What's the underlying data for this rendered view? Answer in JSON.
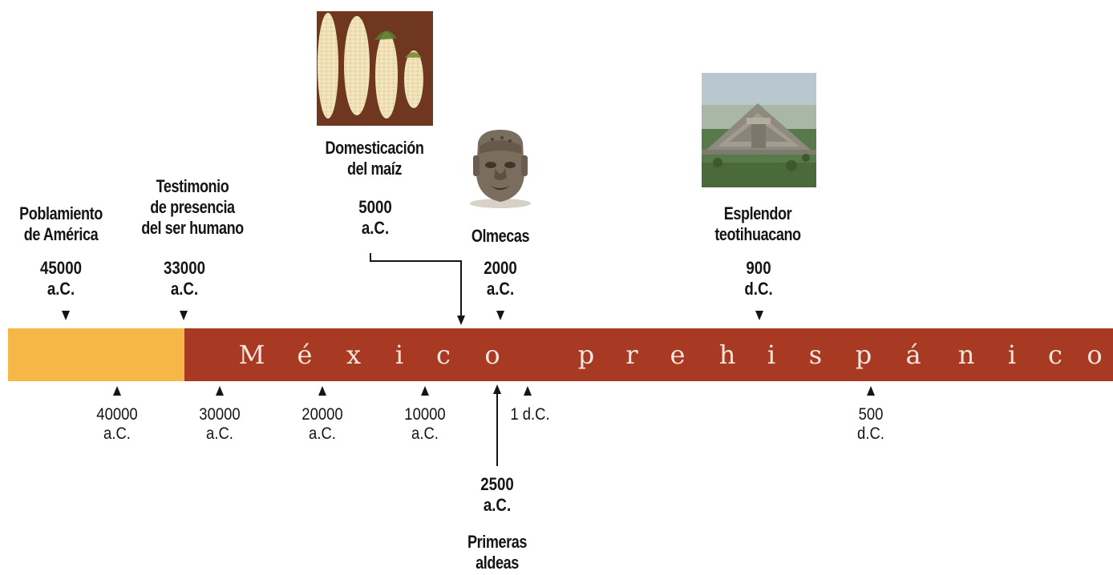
{
  "band": {
    "title_letters": [
      "M",
      "é",
      "x",
      "i",
      "c",
      "o",
      "p",
      "r",
      "e",
      "h",
      "i",
      "s",
      "p",
      "á",
      "n",
      "i",
      "c",
      "o"
    ],
    "colors": {
      "pre": "#f7b648",
      "main": "#a83a23"
    }
  },
  "events": [
    {
      "title": "Poblamiento\nde América",
      "date": "45000\na.C."
    },
    {
      "title": "Testimonio\nde presencia\ndel ser humano",
      "date": "33000\na.C."
    },
    {
      "title": "Domesticación\ndel maíz",
      "date": "5000\na.C."
    },
    {
      "title": "Olmecas",
      "date": "2000\na.C."
    },
    {
      "title": "Esplendor\nteotihuacano",
      "date": "900\nd.C."
    },
    {
      "title": "Primeras\naldeas",
      "date": "2500\na.C."
    }
  ],
  "scale_ticks": [
    {
      "label": "40000\na.C."
    },
    {
      "label": "30000\na.C."
    },
    {
      "label": "20000\na.C."
    },
    {
      "label": "10000\na.C."
    },
    {
      "label": "1 d.C."
    },
    {
      "label": "500\nd.C."
    }
  ],
  "images": [
    {
      "icon": "corn-cobs-photo"
    },
    {
      "icon": "olmec-head-photo"
    },
    {
      "icon": "teotihuacan-pyramid-photo"
    }
  ]
}
